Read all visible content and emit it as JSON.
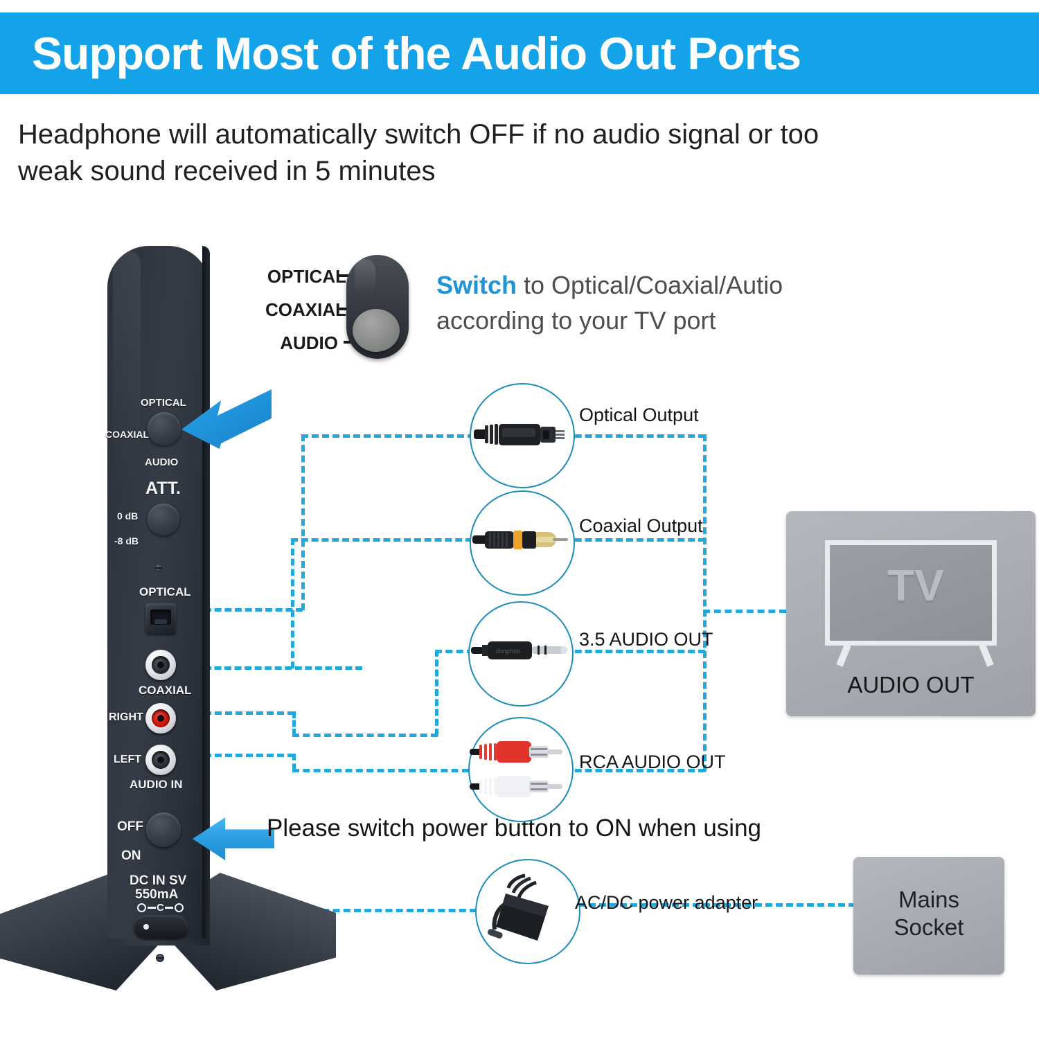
{
  "header": {
    "title": "Support Most of the Audio Out Ports",
    "bar_color": "#14a3e8"
  },
  "subtitle": "Headphone will automatically switch OFF if no audio signal or too weak sound received in 5 minutes",
  "switch_illustration": {
    "options": [
      "OPTICAL",
      "COAXIAL",
      "AUDIO"
    ],
    "note_highlight": "Switch",
    "note_rest": " to Optical/Coaxial/Autio",
    "note_line2": "according to your TV port",
    "highlight_color": "#1d95d8"
  },
  "device_panel": {
    "source_switch": {
      "top": "OPTICAL",
      "middle": "COAXIAL",
      "bottom": "AUDIO"
    },
    "attenuator": {
      "title": "ATT.",
      "top": "0 dB",
      "bottom": "-8 dB"
    },
    "ports": {
      "optical": "OPTICAL",
      "coaxial": "COAXIAL",
      "right": "RIGHT",
      "left": "LEFT",
      "audio_in": "AUDIO IN"
    },
    "power_switch": {
      "off": "OFF",
      "on": "ON"
    },
    "dc_in_line1": "DC IN SV",
    "dc_in_line2": "550mA"
  },
  "callouts": [
    {
      "label": "Optical Output",
      "icon": "toslink-connector-icon"
    },
    {
      "label": "Coaxial Output",
      "icon": "rca-coaxial-connector-icon"
    },
    {
      "label": "3.5 AUDIO OUT",
      "icon": "35mm-jack-connector-icon"
    },
    {
      "label": "RCA AUDIO OUT",
      "icon": "rca-pair-connector-icon"
    },
    {
      "label": "AC/DC power adapter",
      "icon": "power-adapter-icon"
    }
  ],
  "power_note": "Please switch power button to ON when using",
  "tv_box": {
    "screen_text": "TV",
    "caption": "AUDIO OUT"
  },
  "mains_box": {
    "line1": "Mains",
    "line2": "Socket"
  },
  "colors": {
    "wire": "#23a8dd",
    "bubble_border": "#1d8cb8",
    "arrow": "#2b9fe2",
    "device": "#2f353f"
  }
}
